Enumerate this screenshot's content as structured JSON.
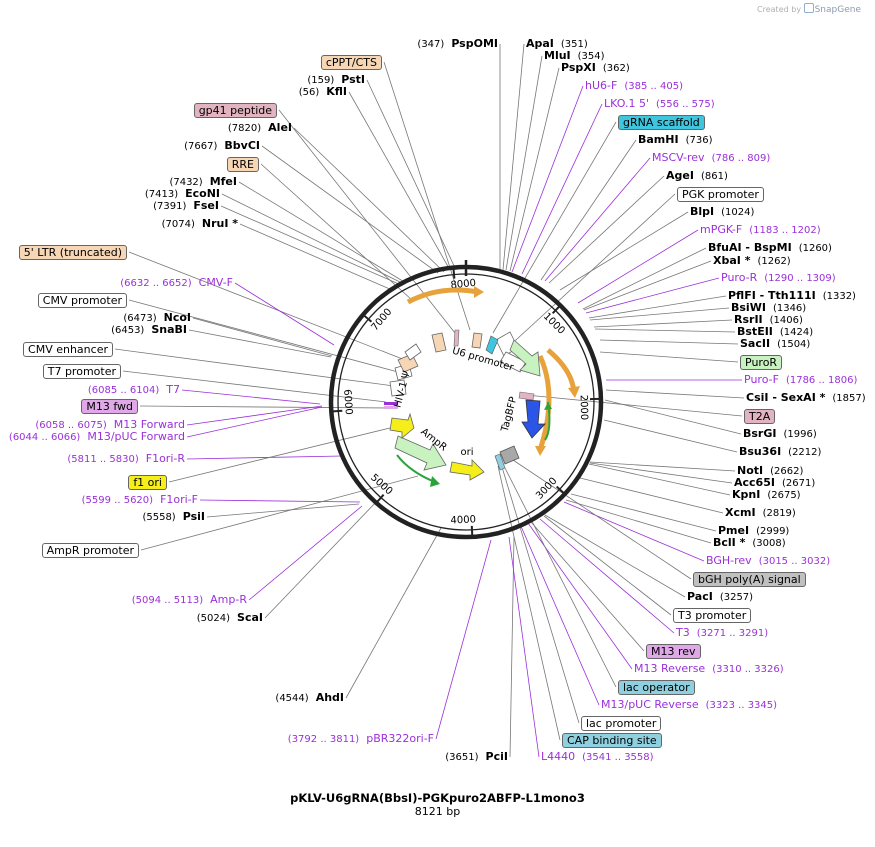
{
  "watermark": {
    "prefix": "Created by",
    "brand": "SnapGene"
  },
  "plasmid": {
    "name": "pKLV-U6gRNA(BbsI)-PGKpuro2ABFP-L1mono3",
    "size": "8121 bp",
    "length": 8121
  },
  "colors": {
    "primer": "#9b30d9",
    "feature_orange": "#e7a23c",
    "feature_peach": "#f6d6b4",
    "feature_green": "#c8f2c0",
    "feature_blue": "#2a55e6",
    "feature_yellow": "#f5ee1a",
    "feature_cyan": "#3fc6de",
    "feature_pink": "#e2b3c0",
    "backbone": "#222222"
  },
  "ruler_ticks": [
    "1000",
    "2000",
    "3000",
    "4000",
    "5000",
    "6000",
    "7000",
    "8000"
  ],
  "inner_labels": {
    "u6": "U6 promoter",
    "tagbfp": "TagBFP",
    "ampr": "AmpR",
    "ori": "ori",
    "hiv": "HIV-1 Ψ"
  },
  "labels": [
    {
      "side": "L",
      "pos": "(347)",
      "name": "PspOMI",
      "kind": "enzyme"
    },
    {
      "side": "R",
      "name": "ApaI",
      "pos": "(351)",
      "kind": "enzyme"
    },
    {
      "side": "R",
      "name": "MluI",
      "pos": "(354)",
      "kind": "enzyme"
    },
    {
      "side": "R",
      "name": "PspXI",
      "pos": "(362)",
      "kind": "enzyme"
    },
    {
      "side": "L",
      "name": "cPPT/CTS",
      "kind": "box",
      "bg": "#f6d6b4"
    },
    {
      "side": "R",
      "name": "hU6-F",
      "pos": "(385 .. 405)",
      "kind": "primer"
    },
    {
      "side": "L",
      "pos": "(159)",
      "name": "PstI",
      "kind": "enzyme"
    },
    {
      "side": "L",
      "pos": "(56)",
      "name": "KflI",
      "kind": "enzyme"
    },
    {
      "side": "R",
      "name": "LKO.1 5'",
      "pos": "(556 .. 575)",
      "kind": "primer"
    },
    {
      "side": "L",
      "name": "gp41 peptide",
      "kind": "box",
      "bg": "#e2b3c0"
    },
    {
      "side": "R",
      "name": "gRNA scaffold",
      "kind": "box",
      "bg": "#3fc6de"
    },
    {
      "side": "L",
      "pos": "(7820)",
      "name": "AleI",
      "kind": "enzyme"
    },
    {
      "side": "R",
      "name": "BamHI",
      "pos": "(736)",
      "kind": "enzyme"
    },
    {
      "side": "L",
      "pos": "(7667)",
      "name": "BbvCI",
      "kind": "enzyme"
    },
    {
      "side": "R",
      "name": "MSCV-rev",
      "pos": "(786 .. 809)",
      "kind": "primer"
    },
    {
      "side": "L",
      "name": "RRE",
      "kind": "box",
      "bg": "#f6d6b4"
    },
    {
      "side": "R",
      "name": "AgeI",
      "pos": "(861)",
      "kind": "enzyme"
    },
    {
      "side": "L",
      "pos": "(7432)",
      "name": "MfeI",
      "kind": "enzyme"
    },
    {
      "side": "R",
      "name": "PGK promoter",
      "kind": "box",
      "bg": "#ffffff"
    },
    {
      "side": "L",
      "pos": "(7413)",
      "name": "EcoNI",
      "kind": "enzyme"
    },
    {
      "side": "L",
      "pos": "(7391)",
      "name": "FseI",
      "kind": "enzyme"
    },
    {
      "side": "R",
      "name": "BlpI",
      "pos": "(1024)",
      "kind": "enzyme"
    },
    {
      "side": "L",
      "pos": "(7074)",
      "name": "NruI *",
      "kind": "enzyme"
    },
    {
      "side": "R",
      "name": "mPGK-F",
      "pos": "(1183 .. 1202)",
      "kind": "primer"
    },
    {
      "side": "R",
      "name": "BfuAI  - BspMI",
      "pos": "(1260)",
      "kind": "enzyme"
    },
    {
      "side": "L",
      "name": "5' LTR (truncated)",
      "kind": "box",
      "bg": "#f6d6b4"
    },
    {
      "side": "R",
      "name": "XbaI *",
      "pos": "(1262)",
      "kind": "enzyme"
    },
    {
      "side": "L",
      "pos": "(6632 .. 6652)",
      "name": "CMV-F",
      "kind": "primer"
    },
    {
      "side": "R",
      "name": "Puro-R",
      "pos": "(1290 .. 1309)",
      "kind": "primer"
    },
    {
      "side": "R",
      "name": "PflFI  - Tth111I",
      "pos": "(1332)",
      "kind": "enzyme"
    },
    {
      "side": "L",
      "name": "CMV promoter",
      "kind": "box",
      "bg": "#ffffff"
    },
    {
      "side": "R",
      "name": "BsiWI",
      "pos": "(1346)",
      "kind": "enzyme"
    },
    {
      "side": "L",
      "pos": "(6473)",
      "name": "NcoI",
      "kind": "enzyme"
    },
    {
      "side": "R",
      "name": "RsrII",
      "pos": "(1406)",
      "kind": "enzyme"
    },
    {
      "side": "L",
      "pos": "(6453)",
      "name": "SnaBI",
      "kind": "enzyme"
    },
    {
      "side": "R",
      "name": "BstEII",
      "pos": "(1424)",
      "kind": "enzyme"
    },
    {
      "side": "R",
      "name": "SacII",
      "pos": "(1504)",
      "kind": "enzyme"
    },
    {
      "side": "L",
      "name": "CMV enhancer",
      "kind": "box",
      "bg": "#ffffff"
    },
    {
      "side": "R",
      "name": "PuroR",
      "kind": "box",
      "bg": "#c8f2c0"
    },
    {
      "side": "L",
      "name": "T7 promoter",
      "kind": "box",
      "bg": "#ffffff"
    },
    {
      "side": "R",
      "name": "Puro-F",
      "pos": "(1786 .. 1806)",
      "kind": "primer"
    },
    {
      "side": "L",
      "pos": "(6085 .. 6104)",
      "name": "T7",
      "kind": "primer"
    },
    {
      "side": "R",
      "name": "CsiI  - SexAI *",
      "pos": "(1857)",
      "kind": "enzyme"
    },
    {
      "side": "L",
      "name": "M13 fwd",
      "kind": "box",
      "bg": "#e0a8e8"
    },
    {
      "side": "R",
      "name": "T2A",
      "kind": "box",
      "bg": "#e2b3c0"
    },
    {
      "side": "L",
      "pos": "(6058 .. 6075)",
      "name": "M13 Forward",
      "kind": "primer"
    },
    {
      "side": "L",
      "pos": "(6044 .. 6066)",
      "name": "M13/pUC Forward",
      "kind": "primer"
    },
    {
      "side": "R",
      "name": "BsrGI",
      "pos": "(1996)",
      "kind": "enzyme"
    },
    {
      "side": "R",
      "name": "Bsu36I",
      "pos": "(2212)",
      "kind": "enzyme"
    },
    {
      "side": "L",
      "pos": "(5811 .. 5830)",
      "name": "F1ori-R",
      "kind": "primer"
    },
    {
      "side": "R",
      "name": "NotI",
      "pos": "(2662)",
      "kind": "enzyme"
    },
    {
      "side": "R",
      "name": "Acc65I",
      "pos": "(2671)",
      "kind": "enzyme"
    },
    {
      "side": "L",
      "name": "f1 ori",
      "kind": "box",
      "bg": "#f5ee1a"
    },
    {
      "side": "R",
      "name": "KpnI",
      "pos": "(2675)",
      "kind": "enzyme"
    },
    {
      "side": "L",
      "pos": "(5599 .. 5620)",
      "name": "F1ori-F",
      "kind": "primer"
    },
    {
      "side": "R",
      "name": "XcmI",
      "pos": "(2819)",
      "kind": "enzyme"
    },
    {
      "side": "L",
      "pos": "(5558)",
      "name": "PsiI",
      "kind": "enzyme"
    },
    {
      "side": "R",
      "name": "PmeI",
      "pos": "(2999)",
      "kind": "enzyme"
    },
    {
      "side": "R",
      "name": "BclI *",
      "pos": "(3008)",
      "kind": "enzyme"
    },
    {
      "side": "L",
      "name": "AmpR promoter",
      "kind": "box",
      "bg": "#ffffff"
    },
    {
      "side": "R",
      "name": "BGH-rev",
      "pos": "(3015 .. 3032)",
      "kind": "primer"
    },
    {
      "side": "R",
      "name": "bGH poly(A) signal",
      "kind": "box",
      "bg": "#c0c0c0"
    },
    {
      "side": "L",
      "pos": "(5094 .. 5113)",
      "name": "Amp-R",
      "kind": "primer"
    },
    {
      "side": "R",
      "name": "PacI",
      "pos": "(3257)",
      "kind": "enzyme"
    },
    {
      "side": "L",
      "pos": "(5024)",
      "name": "ScaI",
      "kind": "enzyme"
    },
    {
      "side": "R",
      "name": "T3 promoter",
      "kind": "box",
      "bg": "#ffffff"
    },
    {
      "side": "R",
      "name": "T3",
      "pos": "(3271 .. 3291)",
      "kind": "primer"
    },
    {
      "side": "R",
      "name": "M13 rev",
      "kind": "box",
      "bg": "#e0a8e8"
    },
    {
      "side": "R",
      "name": "M13 Reverse",
      "pos": "(3310 .. 3326)",
      "kind": "primer"
    },
    {
      "side": "R",
      "name": "lac operator",
      "kind": "box",
      "bg": "#8fd0e0"
    },
    {
      "side": "L",
      "pos": "(4544)",
      "name": "AhdI",
      "kind": "enzyme"
    },
    {
      "side": "R",
      "name": "M13/pUC Reverse",
      "pos": "(3323 .. 3345)",
      "kind": "primer"
    },
    {
      "side": "R",
      "name": "lac promoter",
      "kind": "box",
      "bg": "#ffffff"
    },
    {
      "side": "R",
      "name": "CAP binding site",
      "kind": "box",
      "bg": "#8fd0e0"
    },
    {
      "side": "L",
      "pos": "(3792 .. 3811)",
      "name": "pBR322ori-F",
      "kind": "primer"
    },
    {
      "side": "L",
      "pos": "(3651)",
      "name": "PciI",
      "kind": "enzyme"
    },
    {
      "side": "R",
      "name": "L4440",
      "pos": "(3541 .. 3558)",
      "kind": "primer"
    }
  ]
}
